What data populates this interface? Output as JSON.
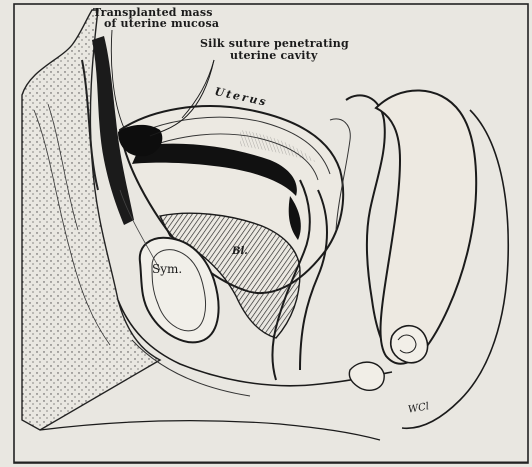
{
  "labels": {
    "mass_line1": "Transplanted mass",
    "mass_line2": "of uterine mucosa",
    "silk_line1": "Silk suture penetrating",
    "silk_line2": "uterine cavity",
    "uterus": "Uterus",
    "symphysis": "Sym.",
    "bladder": "Bl.",
    "signature": "WCl"
  },
  "colors": {
    "ink": "#1b1b1b",
    "paper": "#e9e7e1",
    "scan_border": "#d9d6cf"
  }
}
